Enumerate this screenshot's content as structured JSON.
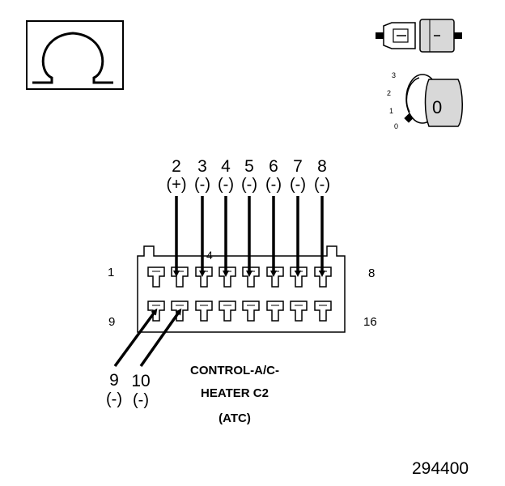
{
  "symbols": {
    "ohmmeter": "ohm-symbol",
    "connector_disconnected": "disconnected-connector-icon",
    "ignition_key": "ignition-key-icon"
  },
  "ignition": {
    "positions": [
      "3",
      "2",
      "1",
      "0"
    ],
    "key_label": "0"
  },
  "top_pins": [
    {
      "num": "2",
      "polarity": "(+)"
    },
    {
      "num": "3",
      "polarity": "(-)"
    },
    {
      "num": "4",
      "polarity": "(-)"
    },
    {
      "num": "5",
      "polarity": "(-)"
    },
    {
      "num": "6",
      "polarity": "(-)"
    },
    {
      "num": "7",
      "polarity": "(-)"
    },
    {
      "num": "8",
      "polarity": "(-)"
    }
  ],
  "bottom_pins": [
    {
      "num": "9",
      "polarity": "(-)"
    },
    {
      "num": "10",
      "polarity": "(-)"
    }
  ],
  "connector": {
    "corner_labels": {
      "top_left": "1",
      "top_right": "8",
      "bottom_left": "9",
      "bottom_right": "16"
    },
    "key_mark": "4",
    "name_lines": [
      "CONTROL-A/C-",
      "HEATER C2",
      "(ATC)"
    ]
  },
  "figure_number": "294400"
}
